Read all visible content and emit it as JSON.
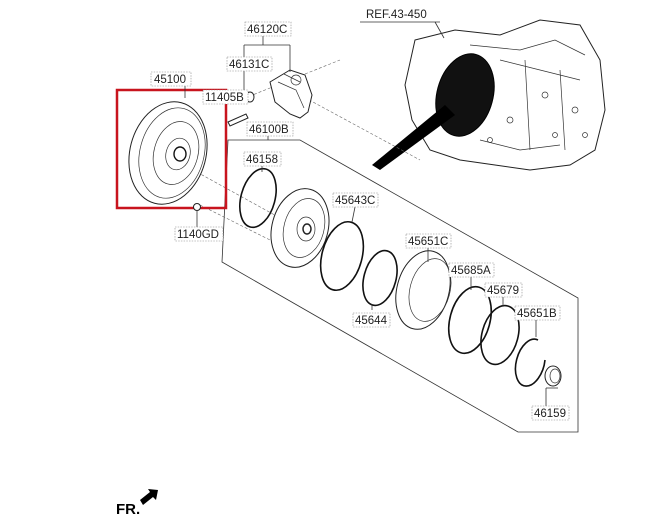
{
  "diagram": {
    "title": "Torque Converter & Transaxle Parts Diagram",
    "reference": "REF.43-450",
    "direction_label": "FR.",
    "highlight_color": "#c8141e",
    "highlighted_part": "45100",
    "parts": [
      {
        "id": "45100",
        "name": "torque-converter"
      },
      {
        "id": "11405B",
        "name": "bolt"
      },
      {
        "id": "1140GD",
        "name": "nut"
      },
      {
        "id": "46120C",
        "name": "oil-pump-assembly"
      },
      {
        "id": "46131C",
        "name": "o-ring"
      },
      {
        "id": "46100B",
        "name": "oil-pump-kit"
      },
      {
        "id": "46158",
        "name": "o-ring"
      },
      {
        "id": "45643C",
        "name": "ring"
      },
      {
        "id": "45644",
        "name": "ring"
      },
      {
        "id": "45651C",
        "name": "clutch-drum"
      },
      {
        "id": "45685A",
        "name": "seal-ring"
      },
      {
        "id": "45679",
        "name": "snap-ring"
      },
      {
        "id": "45651B",
        "name": "snap-ring"
      },
      {
        "id": "46159",
        "name": "bushing"
      }
    ]
  }
}
